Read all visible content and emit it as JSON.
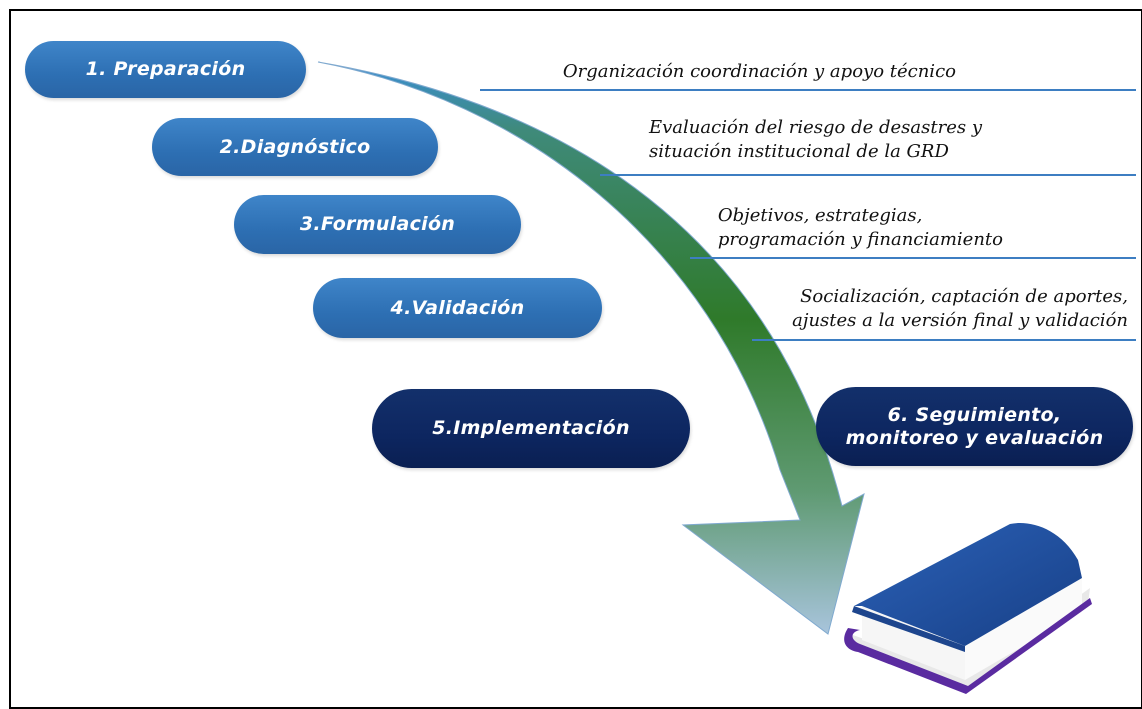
{
  "steps": [
    {
      "label": "1. Preparación"
    },
    {
      "label": "2.Diagnóstico"
    },
    {
      "label": "3.Formulación"
    },
    {
      "label": "4.Validación"
    },
    {
      "label": "5.Implementación"
    },
    {
      "label_line1": "6. Seguimiento,",
      "label_line2": "monitoreo y evaluación"
    }
  ],
  "descriptions": [
    {
      "line1": "Organización coordinación y apoyo técnico"
    },
    {
      "line1": "Evaluación del riesgo de desastres y",
      "line2": "situación institucional de la GRD"
    },
    {
      "line1": "Objetivos, estrategias,",
      "line2": "programación y financiamiento"
    },
    {
      "line1": "Socialización, captación de aportes,",
      "line2": "ajustes a la versión final y validación"
    }
  ],
  "colors": {
    "light_pill": "#2d6fb3",
    "dark_pill": "#0d2660",
    "rule": "#3d7ec2",
    "arrow_top": "#3a8fd6",
    "arrow_mid": "#2f7a2a",
    "arrow_bottom": "#8fb4d4",
    "book_cover": "#1f4b9a",
    "book_pages": "#f3f3f3",
    "book_spine": "#6a2aa0"
  },
  "icons": {
    "arrow": "curved-arrow-icon",
    "book": "book-icon"
  }
}
